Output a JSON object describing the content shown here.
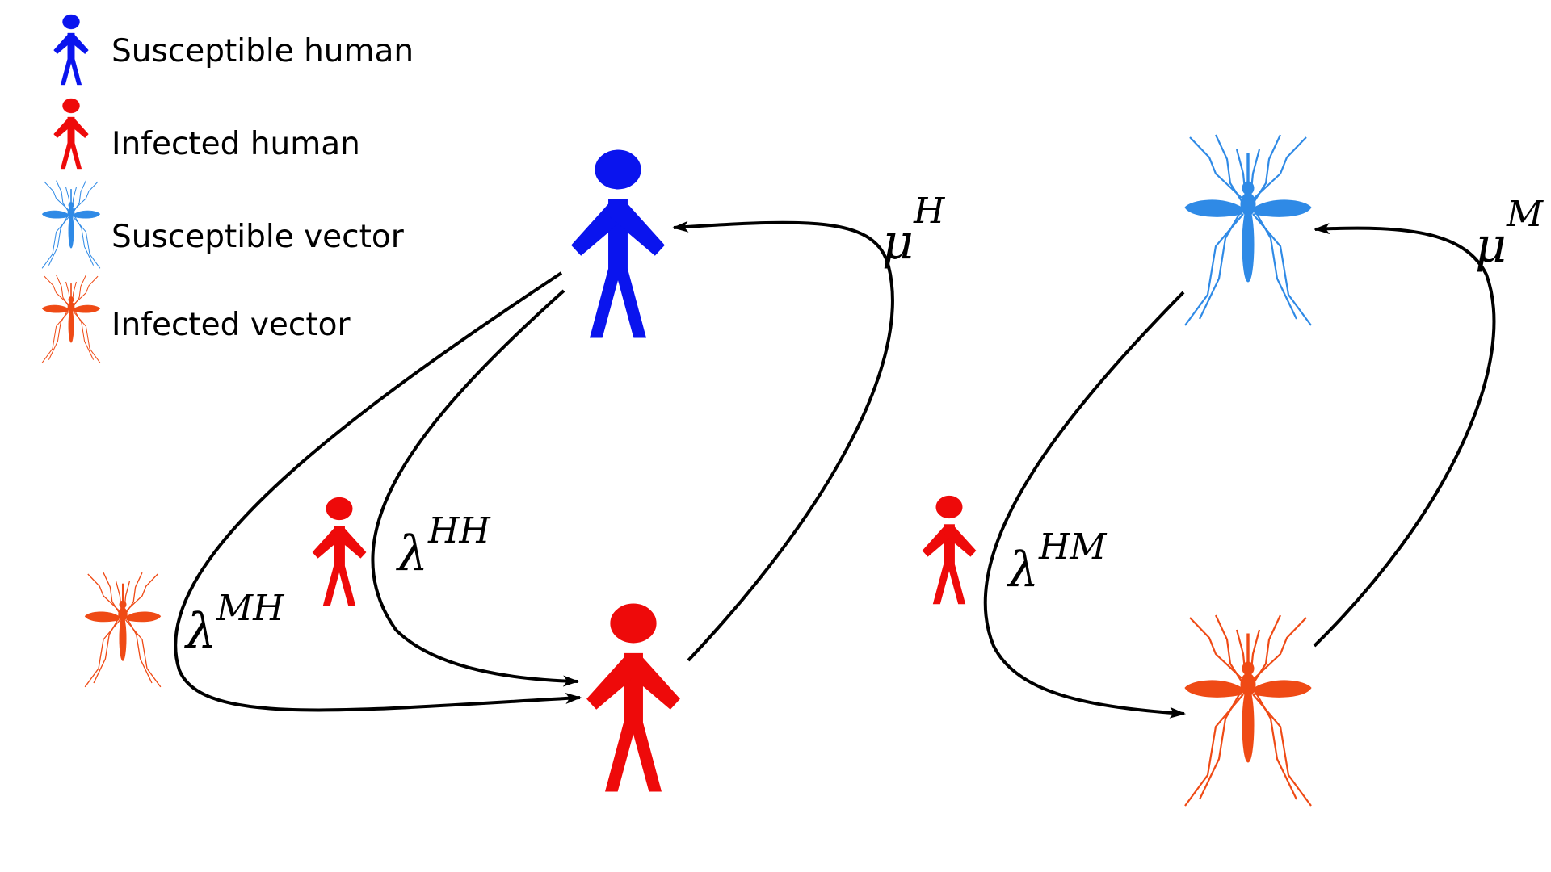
{
  "legend": {
    "items": [
      {
        "label": "Susceptible human",
        "icon": "human-icon",
        "color": "#0a14ee"
      },
      {
        "label": "Infected human",
        "icon": "human-icon",
        "color": "#ee0a0a"
      },
      {
        "label": "Susceptible vector",
        "icon": "mosquito-icon",
        "color": "#2f8ae6"
      },
      {
        "label": "Infected vector",
        "icon": "mosquito-icon",
        "color": "#ef4a15"
      }
    ]
  },
  "rates": {
    "mu_h": {
      "base": "μ",
      "sup": "H"
    },
    "lambda_hh": {
      "base": "λ",
      "sup": "HH"
    },
    "lambda_mh": {
      "base": "λ",
      "sup": "MH"
    },
    "mu_m": {
      "base": "μ",
      "sup": "M"
    },
    "lambda_hm": {
      "base": "λ",
      "sup": "HM"
    }
  },
  "colors": {
    "susceptible_human": "#0a14ee",
    "infected_human": "#ee0a0a",
    "susceptible_vector": "#2f8ae6",
    "infected_vector": "#ef4a15",
    "arrow": "#000000"
  }
}
